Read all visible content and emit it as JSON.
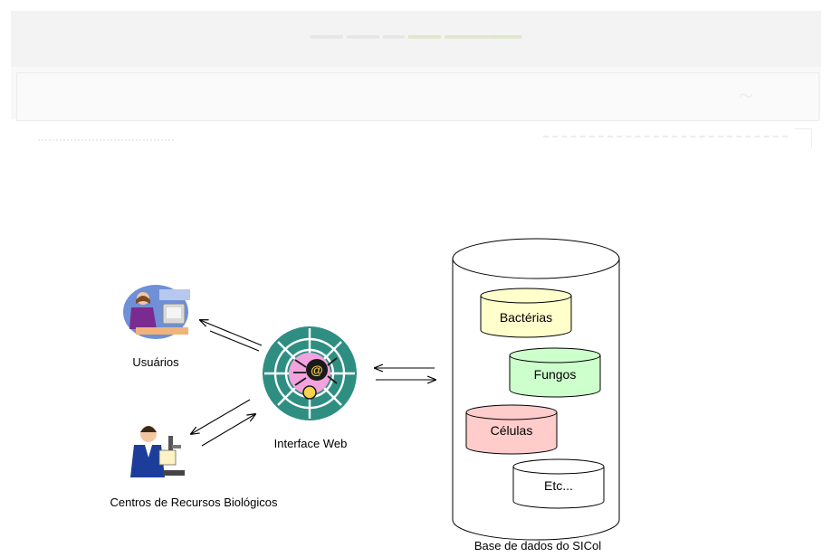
{
  "nodes": {
    "usuarios": "Usuários",
    "centros": "Centros de Recursos Biológicos",
    "interface": "Interface Web",
    "database": "Base de dados do SICol"
  },
  "db_items": [
    {
      "label": "Bactérias",
      "fill": "#ffffcc"
    },
    {
      "label": "Fungos",
      "fill": "#ccffcc"
    },
    {
      "label": "Células",
      "fill": "#ffcccc"
    },
    {
      "label": "Etc...",
      "fill": "#ffffff"
    }
  ]
}
